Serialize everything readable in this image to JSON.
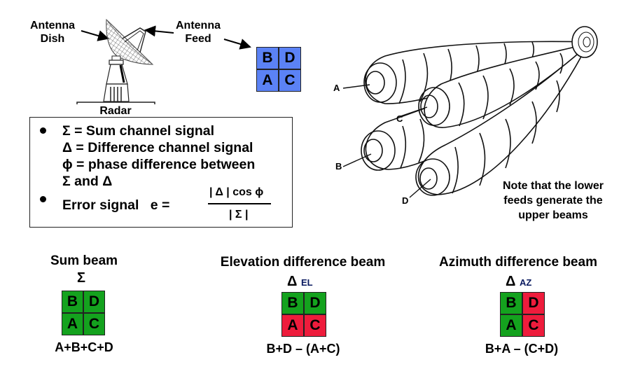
{
  "radar": {
    "dish_label_line1": "Antenna",
    "dish_label_line2": "Dish",
    "feed_label_line1": "Antenna",
    "feed_label_line2": "Feed",
    "radar_label": "Radar"
  },
  "feed_grid": {
    "color": "#5b82f5",
    "cells": [
      "B",
      "D",
      "A",
      "C"
    ]
  },
  "info_box": {
    "line1": "Σ = Sum channel signal",
    "line2": "Δ = Difference channel signal",
    "line3": "ϕ = phase difference between",
    "line4": "Σ and Δ",
    "error_label": "Error signal   e =",
    "numerator": "| Δ | cos ϕ",
    "denominator": "| Σ |"
  },
  "beam_diagram": {
    "labels": [
      "A",
      "B",
      "C",
      "D"
    ],
    "note_line1": "Note that the lower",
    "note_line2": "feeds generate the",
    "note_line3": "upper beams"
  },
  "colors": {
    "positive": "#14a21e",
    "negative": "#ee1c3c"
  },
  "beams": [
    {
      "title": "Sum beam",
      "symbol": "Σ",
      "subscript": "",
      "cells": [
        "B",
        "D",
        "A",
        "C"
      ],
      "signs": [
        "positive",
        "positive",
        "positive",
        "positive"
      ],
      "formula": "A+B+C+D"
    },
    {
      "title": "Elevation difference beam",
      "symbol": "Δ",
      "subscript": "EL",
      "cells": [
        "B",
        "D",
        "A",
        "C"
      ],
      "signs": [
        "positive",
        "positive",
        "negative",
        "negative"
      ],
      "formula": "B+D – (A+C)"
    },
    {
      "title": "Azimuth difference beam",
      "symbol": "Δ",
      "subscript": "AZ",
      "cells": [
        "B",
        "D",
        "A",
        "C"
      ],
      "signs": [
        "positive",
        "negative",
        "positive",
        "negative"
      ],
      "formula": "B+A – (C+D)"
    }
  ]
}
